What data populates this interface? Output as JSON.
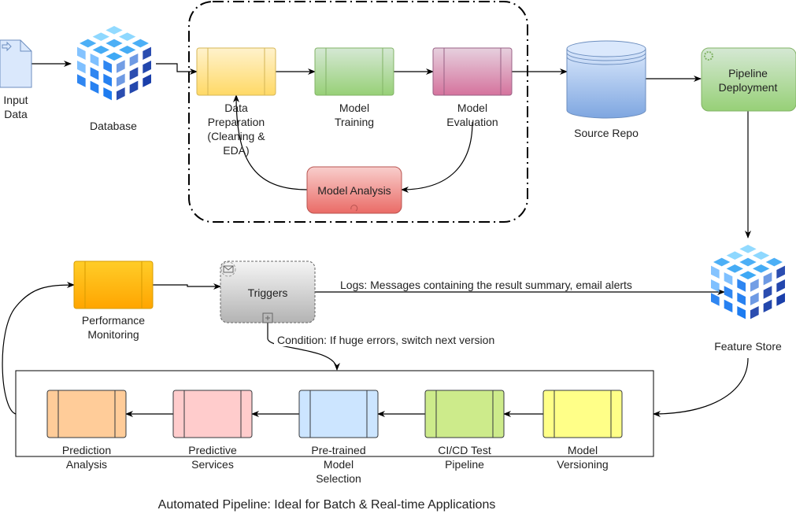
{
  "nodes": {
    "input_data": [
      "Input",
      "Data"
    ],
    "database": "Database",
    "data_preparation": [
      "Data",
      "Preparation",
      "(Cleaning &",
      "EDA)"
    ],
    "model_training": [
      "Model",
      "Training"
    ],
    "model_evaluation": [
      "Model",
      "Evaluation"
    ],
    "model_analysis": "Model Analysis",
    "source_repo": "Source Repo",
    "pipeline_deployment": [
      "Pipeline",
      "Deployment"
    ],
    "feature_store": "Feature Store",
    "performance_monitoring": [
      "Performance",
      "Monitoring"
    ],
    "triggers": "Triggers",
    "prediction_analysis": [
      "Prediction",
      "Analysis"
    ],
    "predictive_services": [
      "Predictive",
      "Services"
    ],
    "pretrained_model_selection": [
      "Pre-trained",
      "Model",
      "Selection"
    ],
    "cicd_test_pipeline": [
      "CI/CD Test",
      "Pipeline"
    ],
    "model_versioning": [
      "Model",
      "Versioning"
    ]
  },
  "edge_labels": {
    "logs": "Logs: Messages containing the result summary, email alerts",
    "condition": "Condition: If huge errors, switch next version"
  },
  "footer": "Automated Pipeline: Ideal for Batch & Real-time Applications"
}
